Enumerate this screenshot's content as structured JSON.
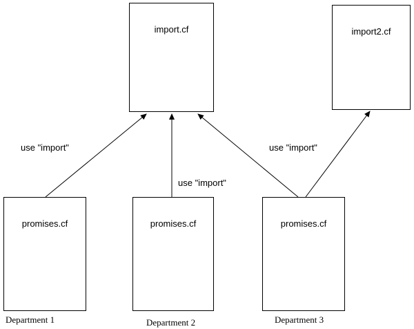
{
  "diagram": {
    "nodes": {
      "import": {
        "label": "import.cf"
      },
      "import2": {
        "label": "import2.cf"
      },
      "promises1": {
        "label": "promises.cf"
      },
      "promises2": {
        "label": "promises.cf"
      },
      "promises3": {
        "label": "promises.cf"
      }
    },
    "edge_labels": {
      "dept1_import": "use \"import\"",
      "dept2_import": "use \"import\"",
      "dept3_import": "use \"import\""
    },
    "captions": {
      "dept1": "Department 1",
      "dept2": "Department 2",
      "dept3": "Department 3"
    }
  }
}
